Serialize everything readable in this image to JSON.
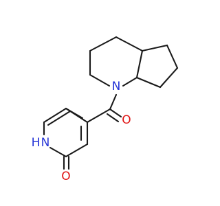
{
  "molecule": {
    "atoms": {
      "N_ring": "N",
      "O_carbonyl": "O",
      "NH": "H",
      "NH_N": "N",
      "O_lactam": "O"
    },
    "colors": {
      "bond": "#1a1a1a",
      "nitrogen": "#2433d6",
      "oxygen": "#e01414"
    }
  }
}
